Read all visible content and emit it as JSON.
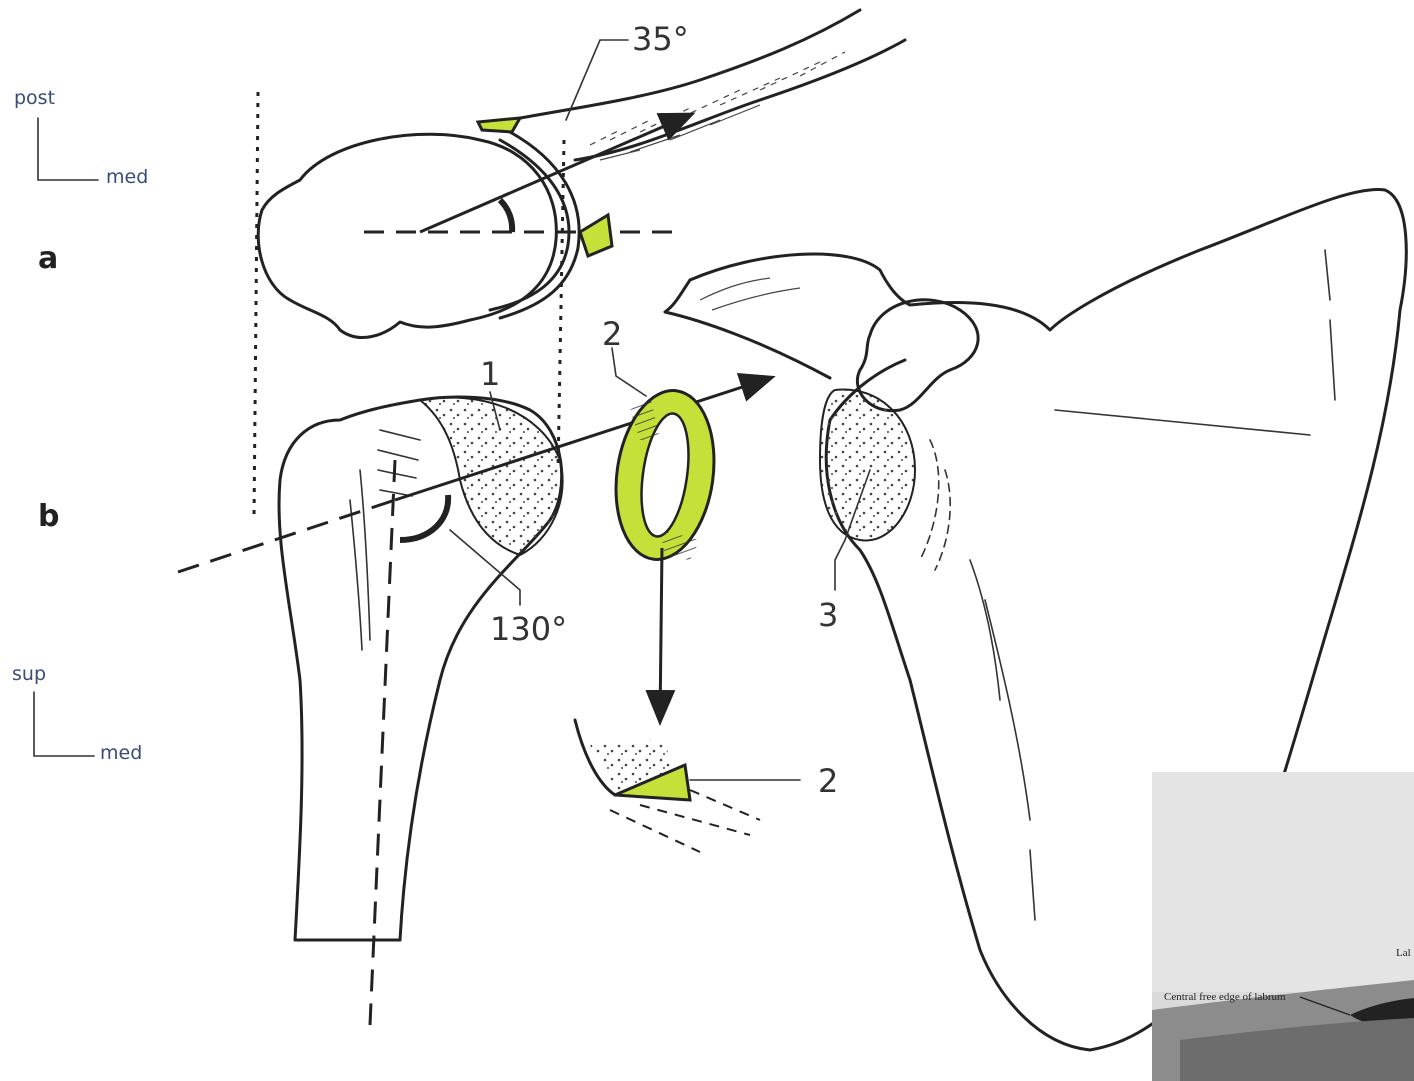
{
  "panels": {
    "a": {
      "label": "a",
      "axis_vertical": "post",
      "axis_horizontal": "med",
      "angle": "35°"
    },
    "b": {
      "label": "b",
      "axis_vertical": "sup",
      "axis_horizontal": "med",
      "angle": "130°"
    }
  },
  "callouts": {
    "one": "1",
    "two_upper": "2",
    "two_lower": "2",
    "three": "3"
  },
  "inset": {
    "free_edge_label": "Central free edge of labrum",
    "partial_label": "Lal"
  },
  "colors": {
    "highlight": "#c6e03a",
    "ink": "#222222",
    "axis_text": "#3a4a7a"
  }
}
